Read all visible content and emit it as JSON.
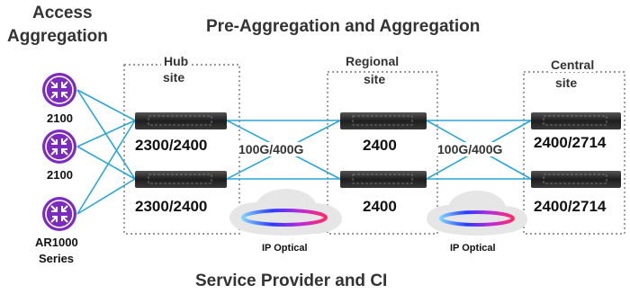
{
  "titles": {
    "access": [
      "Access",
      "Aggregation"
    ],
    "preagg": "Pre-Aggregation and Aggregation",
    "bottom": "Service Provider and CI"
  },
  "sites": {
    "hub": [
      "Hub",
      "site"
    ],
    "regional": [
      "Regional",
      "site"
    ],
    "central": [
      "Central",
      "site"
    ]
  },
  "access_routers": [
    "2100",
    "2100",
    [
      "AR1000",
      "Series"
    ]
  ],
  "switch_labels": {
    "hub_top": "2300/2400",
    "hub_bottom": "2300/2400",
    "regional_top": "2400",
    "regional_bottom": "2400",
    "central_top": "2400/2714",
    "central_bottom": "2400/2714"
  },
  "link_labels": {
    "hub_regional": "100G/400G",
    "regional_central": "100G/400G"
  },
  "clouds": {
    "left": "IP Optical",
    "right": "IP Optical"
  },
  "colors": {
    "router": "#7b2cbf",
    "link": "#2aa6d6",
    "switch": "#2b2b2b",
    "cloud": "#e6e6e6",
    "title": "#333333"
  },
  "icons": {
    "router": "router-icon",
    "switch": "switch-icon",
    "cloud": "cloud-icon"
  }
}
